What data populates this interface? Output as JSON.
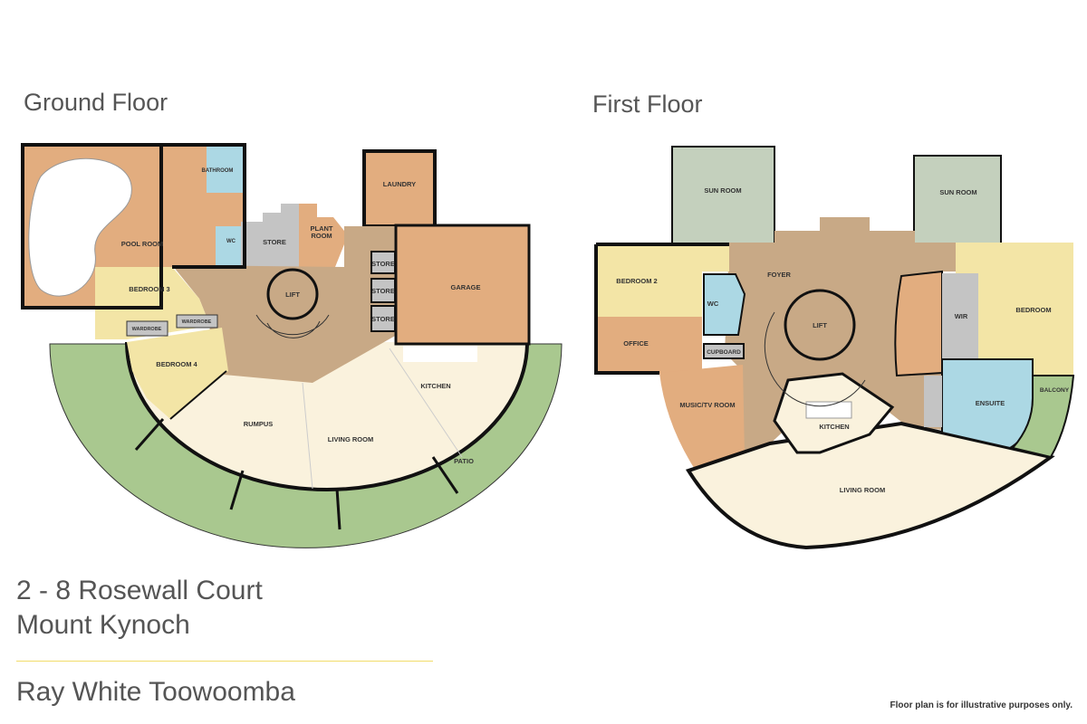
{
  "ground_floor": {
    "title": "Ground Floor",
    "rooms": {
      "pool_room": "POOL ROOM",
      "bathroom": "BATHROOM",
      "wc": "WC",
      "store": "STORE",
      "plant_room_1": "PLANT",
      "plant_room_2": "ROOM",
      "laundry": "LAUNDRY",
      "lift": "LIFT",
      "store_1": "STORE",
      "store_2": "STORE",
      "store_3": "STORE",
      "garage": "GARAGE",
      "bedroom_3": "BEDROOM 3",
      "wardrobe_1": "WARDROBE",
      "wardrobe_2": "WARDROBE",
      "bedroom_4": "BEDROOM 4",
      "kitchen": "KITCHEN",
      "rumpus": "RUMPUS",
      "living_room": "LIVING ROOM",
      "patio": "PATIO"
    }
  },
  "first_floor": {
    "title": "First Floor",
    "rooms": {
      "sun_room_1": "SUN ROOM",
      "sun_room_2": "SUN ROOM",
      "foyer": "FOYER",
      "bedroom_2": "BEDROOM 2",
      "wc": "WC",
      "office": "OFFICE",
      "cupboard": "CUPBOARD",
      "music_tv_room": "MUSIC/TV ROOM",
      "lift": "LIFT",
      "kitchen": "KITCHEN",
      "wir": "WIR",
      "bedroom": "BEDROOM",
      "ensuite": "ENSUITE",
      "balcony": "BALCONY",
      "living_room": "LIVING ROOM"
    }
  },
  "address": {
    "line1": "2 - 8 Rosewall Court",
    "line2": "Mount Kynoch"
  },
  "agency": "Ray White Toowoomba",
  "disclaimer": "Floor plan is for illustrative purposes only.",
  "colors": {
    "orange": "#e2ad7f",
    "tan": "#c8a986",
    "cream": "#faf2dd",
    "yellow": "#f3e5a6",
    "green": "#a9c88f",
    "gray": "#c4c4c4",
    "blue": "#acd8e4",
    "sage": "#c4d0bd"
  }
}
